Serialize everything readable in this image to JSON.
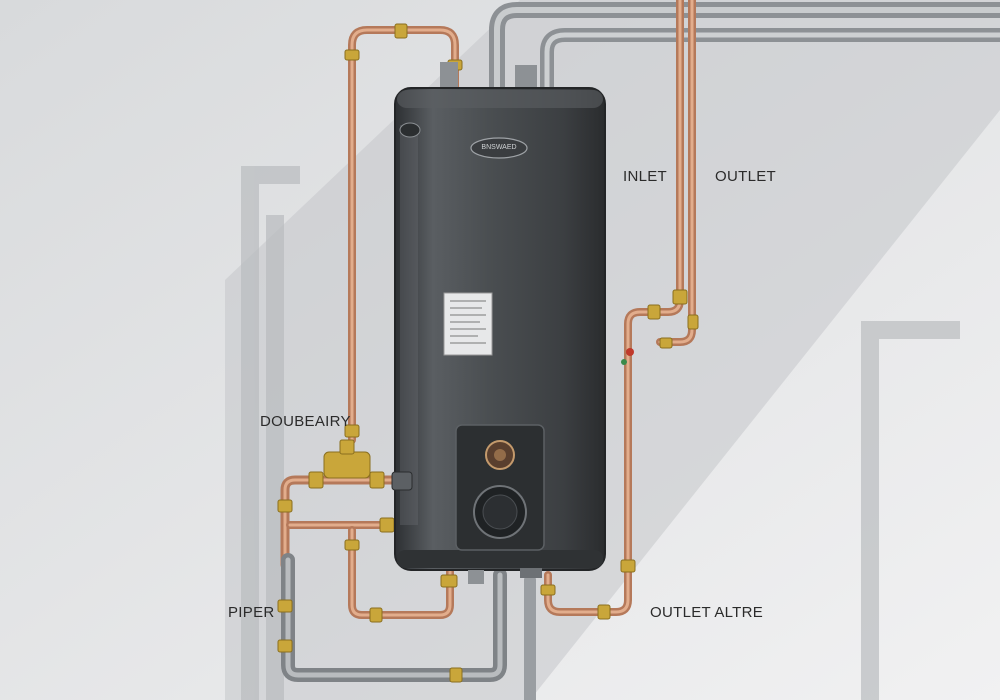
{
  "labels": {
    "inlet": "INLET",
    "outlet": "OUTLET",
    "doubeairy": "DOUBEAIRY",
    "piper": "PIPER",
    "outlet_altre": "OUTLET ALTRE"
  },
  "heater": {
    "brand_text": "BNSWAED"
  },
  "colors": {
    "background": "#e9eaeb",
    "tank_body": "#4a4d50",
    "copper_pipe": "#c88a66",
    "brass_fitting": "#c9a63a",
    "grey_pipe": "#8d9195"
  }
}
